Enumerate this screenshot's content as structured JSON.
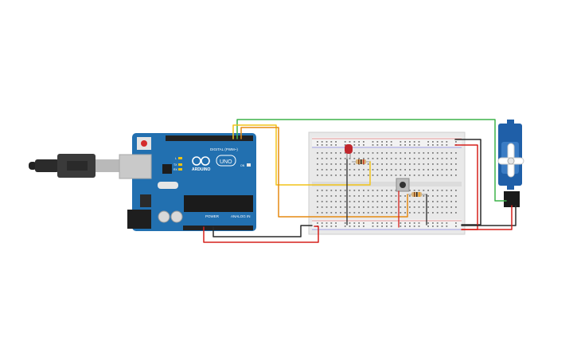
{
  "arduino": {
    "brand": "ARDUINO",
    "model": "UNO",
    "digital_label": "DIGITAL (PWM~)",
    "power_label": "POWER",
    "analog_label": "ANALOG IN",
    "tx_label": "TX",
    "rx_label": "RX",
    "on_label": "ON",
    "l_label": "L"
  },
  "colors": {
    "board": "#2270b0",
    "wire_green": "#3db34a",
    "wire_yellow": "#f2c418",
    "wire_orange": "#e58a12",
    "wire_red": "#d6201c",
    "wire_black": "#2a2a2a",
    "breadboard": "#e9e9e9",
    "servo": "#1f5fa8"
  },
  "components": [
    "usb-cable",
    "arduino-uno",
    "breadboard",
    "led",
    "resistor",
    "resistor",
    "pushbutton",
    "servo-motor"
  ]
}
